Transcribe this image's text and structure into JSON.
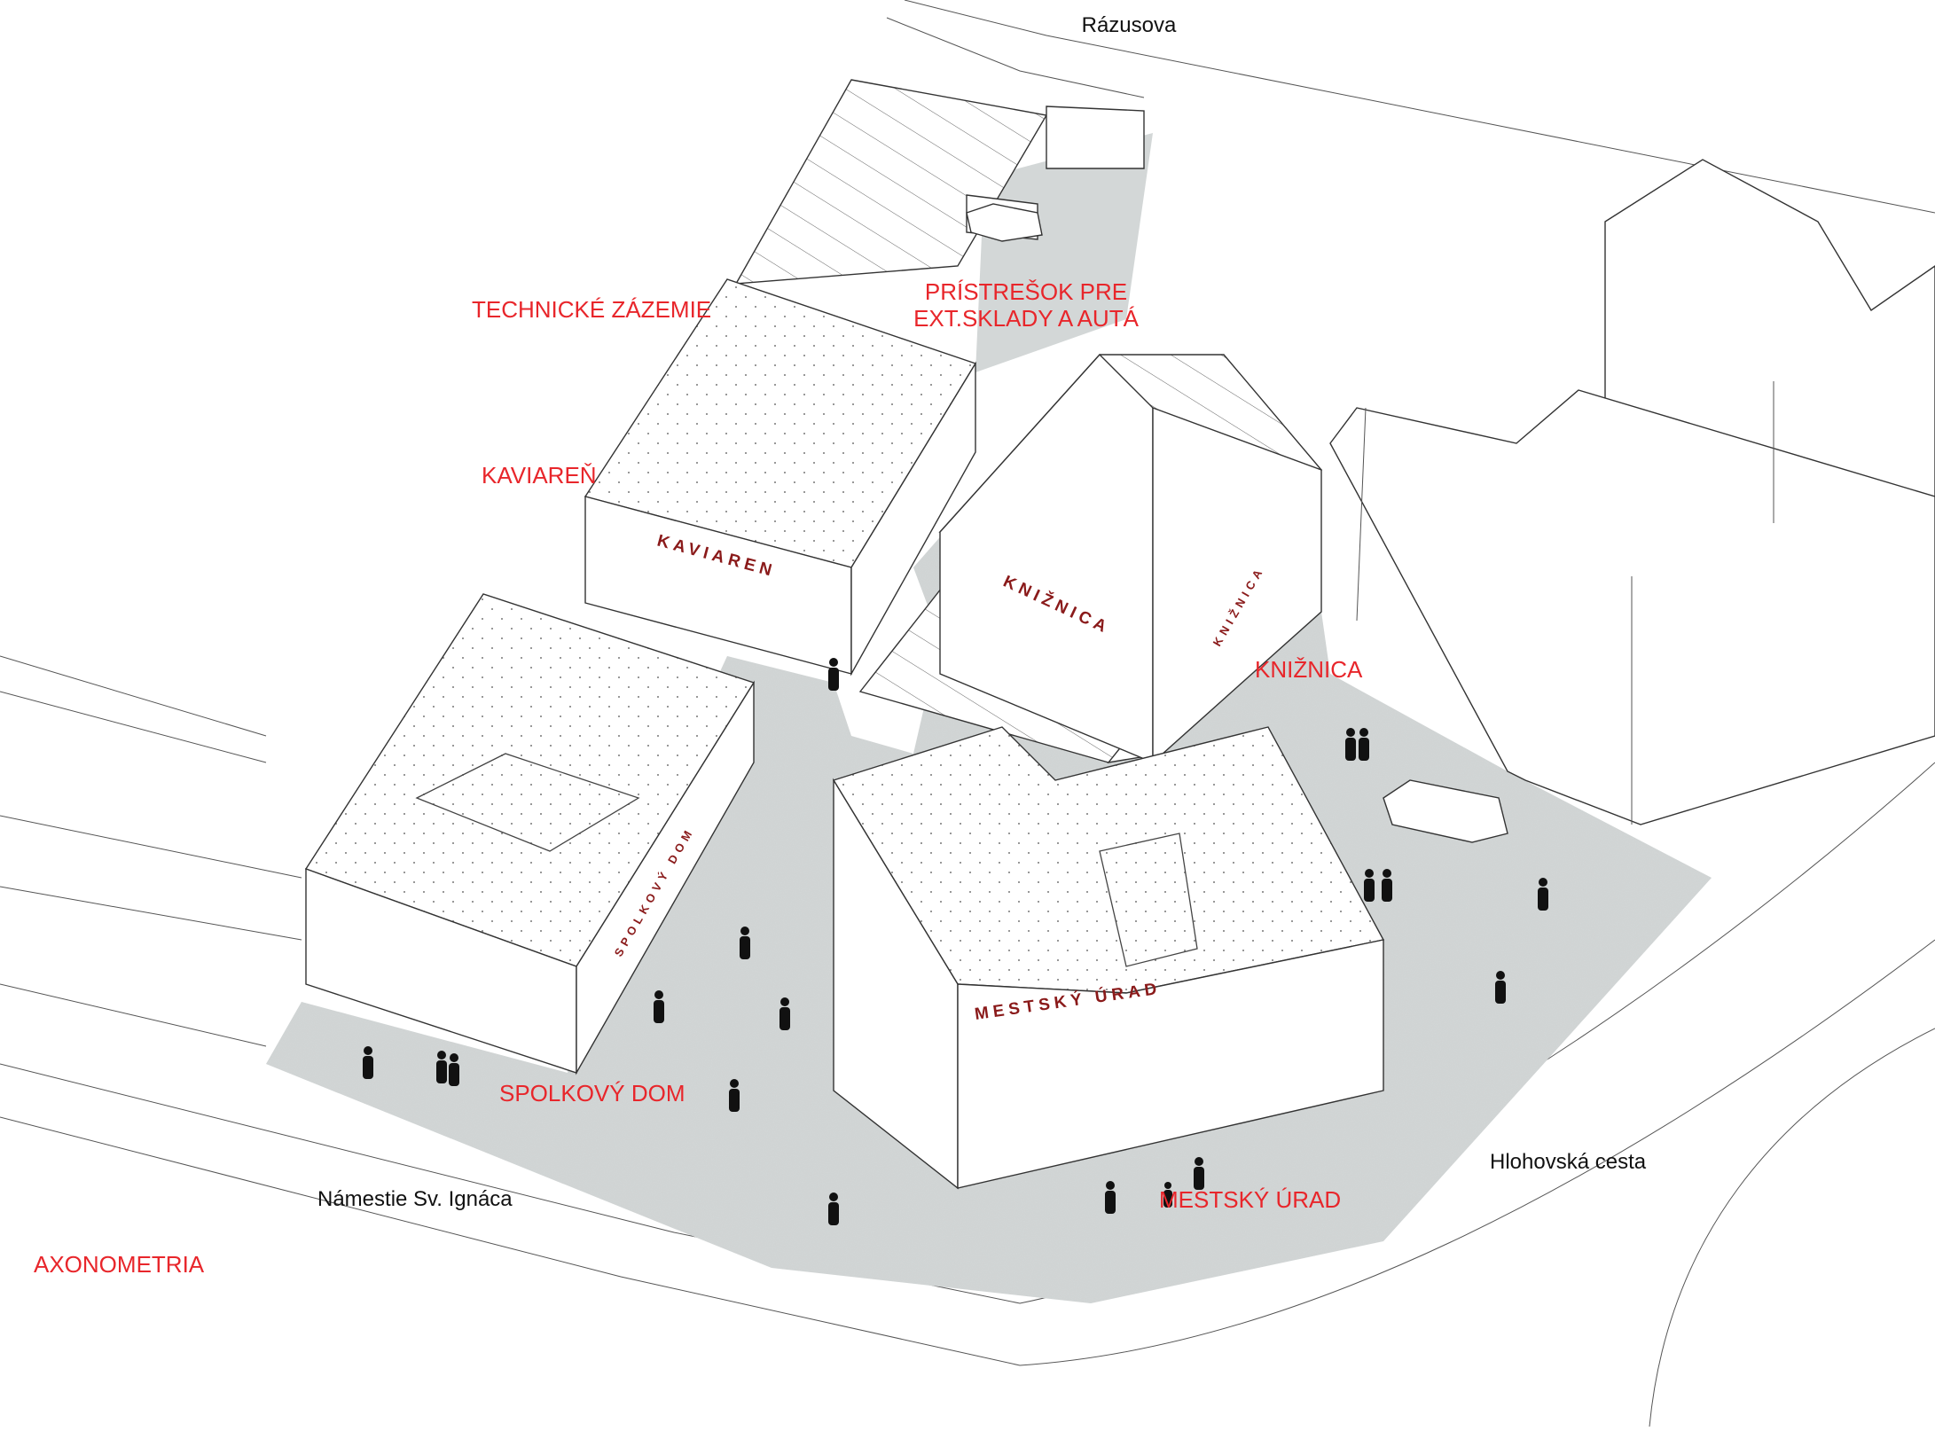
{
  "streets": {
    "razusova": "Rázusova",
    "namestie": "Námestie Sv. Ignáca",
    "hlohovska": "Hlohovská cesta"
  },
  "labels": {
    "technicke_zazemie": "TECHNICKÉ ZÁZEMIE",
    "pristresok_line1": "PRÍSTREŠOK PRE",
    "pristresok_line2": "EXT.SKLADY A AUTÁ",
    "kaviaren": "KAVIAREŇ",
    "kniznica": "KNIŽNICA",
    "spolkovy_dom": "SPOLKOVÝ DOM",
    "mestsky_urad": "MESTSKÝ ÚRAD",
    "axonometria": "AXONOMETRIA"
  },
  "facade_signs": {
    "kaviaren": "KAVIAREN",
    "kniznica_front": "KNIŽNICA",
    "kniznica_side": "KNIŽNICA",
    "spolkovy_dom": "SPOLKOVÝ DOM",
    "mestsky_urad": "MESTSKÝ ÚRAD"
  },
  "colors": {
    "label_red": "#e8262b",
    "sign_red": "#8a1a1a",
    "pavement": "#d4d8d8",
    "line": "#333333"
  }
}
